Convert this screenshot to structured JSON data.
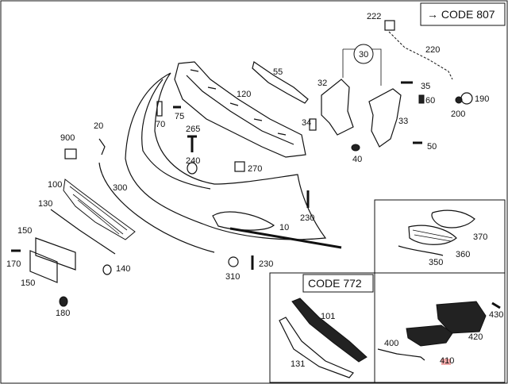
{
  "diagram": {
    "codes": {
      "code807": "→ CODE 807",
      "code772": "CODE 772"
    },
    "labels": {
      "l222": "222",
      "l220": "220",
      "l30": "30",
      "l55": "55",
      "l32": "32",
      "l35": "35",
      "l60": "60",
      "l190": "190",
      "l200": "200",
      "l120": "120",
      "l75": "75",
      "l70": "70",
      "l265": "265",
      "l34": "34",
      "l33": "33",
      "l20": "20",
      "l900": "900",
      "l240": "240",
      "l270": "270",
      "l40": "40",
      "l50": "50",
      "l100": "100",
      "l300": "300",
      "l130": "130",
      "l230a": "230",
      "l10": "10",
      "l150a": "150",
      "l170": "170",
      "l150b": "150",
      "l140": "140",
      "l230b": "230",
      "l310": "310",
      "l180": "180",
      "l370": "370",
      "l350": "350",
      "l360": "360",
      "l101": "101",
      "l430": "430",
      "l420": "420",
      "l400": "400",
      "l410": "410",
      "l131": "131"
    }
  }
}
